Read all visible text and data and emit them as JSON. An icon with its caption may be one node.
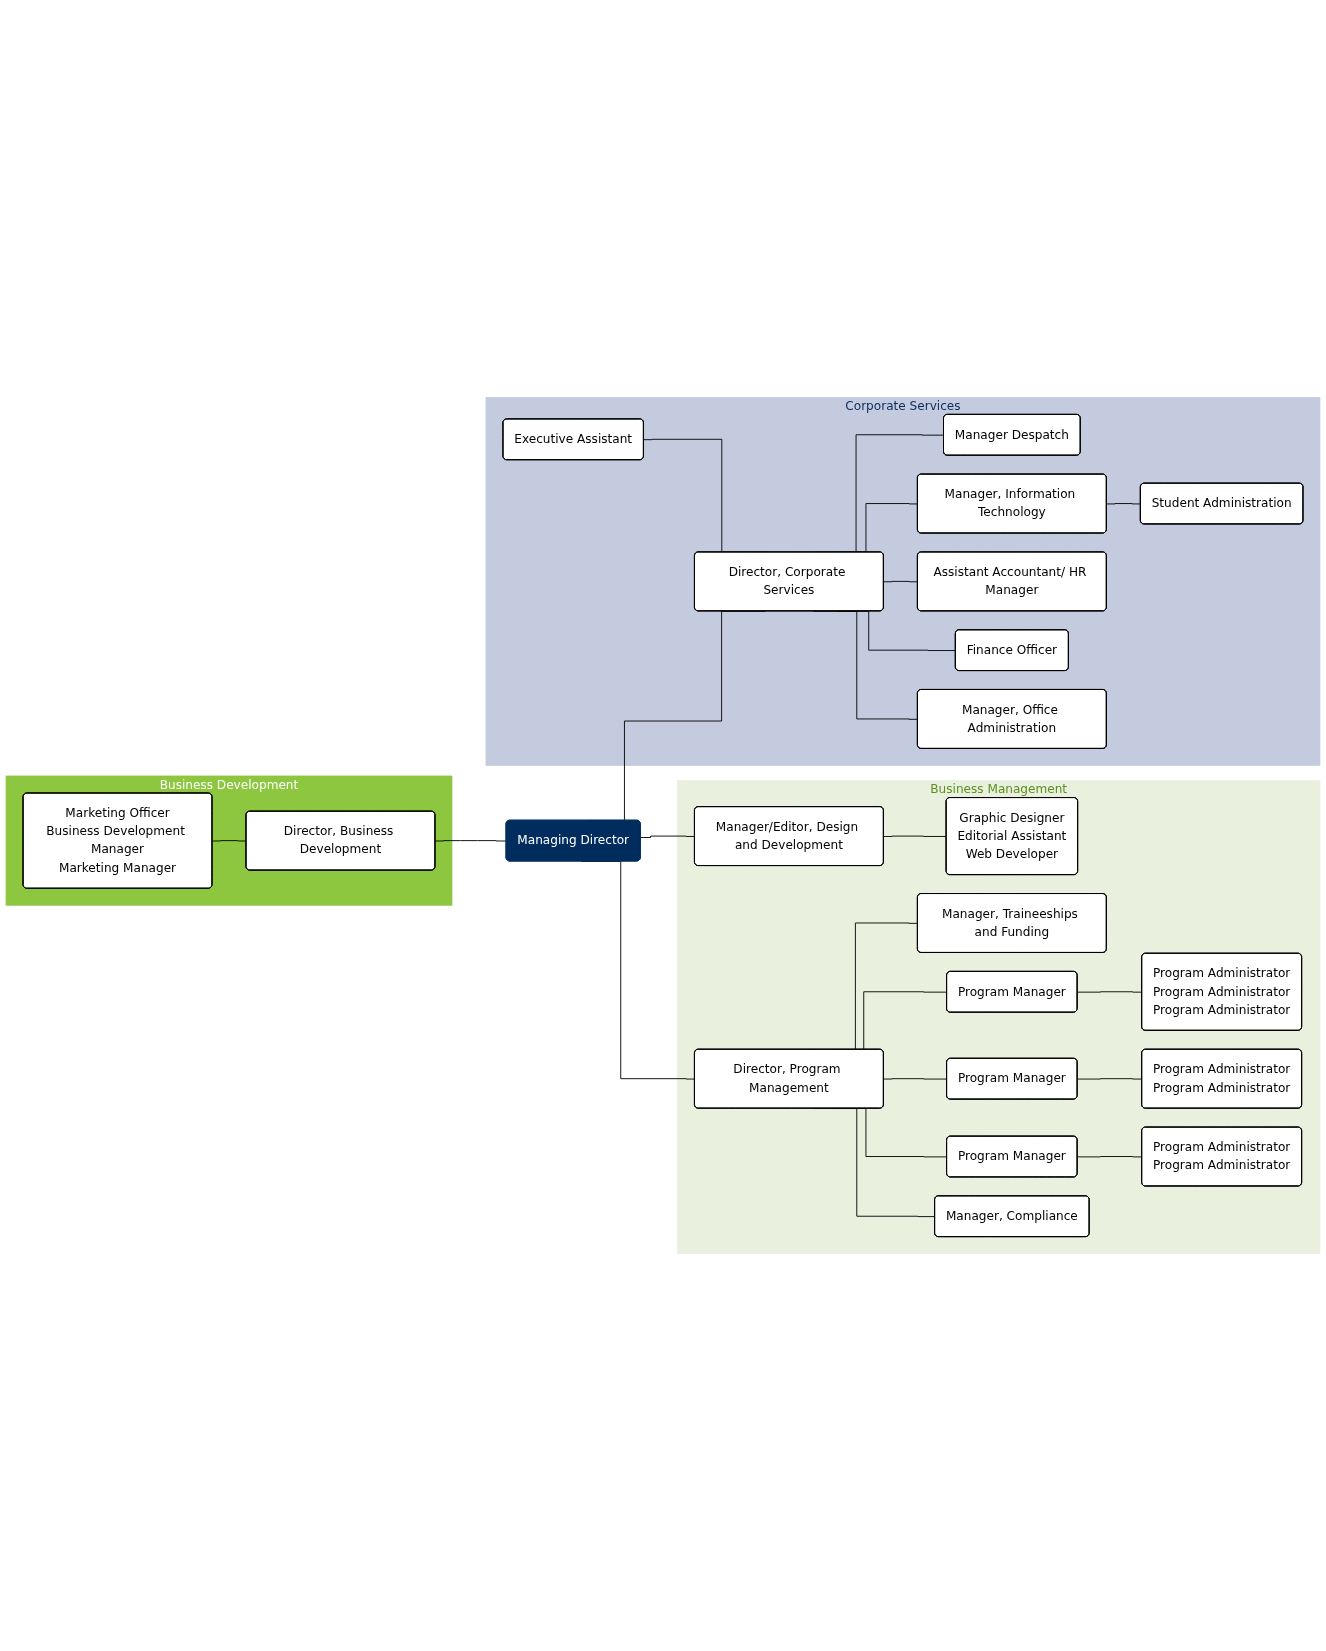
{
  "diagram": {
    "nodes": [
      {
        "text": [
          "Business Development"
        ]
      },
      {
        "text": [
          "Marketing Officer",
          "Business Development Manager",
          "Marketing Manager"
        ],
        "in": 0
      },
      {
        "text": [
          "Director, Business Development"
        ],
        "in": 0
      },
      {
        "text": [
          "Corporate Services"
        ]
      },
      {
        "text": [
          "Manager Despatch"
        ],
        "in": 3
      },
      {
        "text": [
          "Manager, Information Technology"
        ],
        "in": 3
      },
      {
        "text": [
          "Student Administration"
        ],
        "in": 3
      },
      {
        "text": [
          "Assistant Accountant/ HR Manager"
        ],
        "in": 3
      },
      {
        "text": [
          "Executive Assistant"
        ],
        "in": 3
      },
      {
        "text": [
          "Finance Officer"
        ],
        "in": 3
      },
      {
        "text": [
          "Managing Director"
        ]
      },
      {
        "text": [
          "Director, Corporate Services"
        ],
        "in": 3
      },
      {
        "text": [
          "Manager, Office Administration"
        ],
        "in": 3
      },
      {
        "text": [
          "Business Management"
        ]
      },
      {
        "text": [
          "Manager/Editor, Design and Development"
        ],
        "in": 13
      },
      {
        "text": [
          "Graphic Designer",
          "Editorial Assistant",
          "Web Developer"
        ],
        "in": 13
      },
      {
        "text": [
          "Manager, Traineeships and Funding"
        ],
        "in": 13
      },
      {
        "text": [
          "Director, Program Management"
        ],
        "in": 13
      },
      {
        "text": [
          "Program Manager"
        ],
        "in": 13
      },
      {
        "text": [
          "Program Administrator",
          "Program Administrator",
          "Program Administrator"
        ],
        "in": 13
      },
      {
        "text": [
          "Program Manager"
        ],
        "in": 13
      },
      {
        "text": [
          "Program Administrator",
          "Program Administrator"
        ],
        "in": 13
      },
      {
        "text": [
          "Program Manager"
        ],
        "in": 13
      },
      {
        "text": [
          "Program Administrator",
          "Program Administrator"
        ],
        "in": 13
      },
      {
        "text": [
          "Manager, Compliance"
        ],
        "in": 13
      }
    ],
    "edges": [
      {
        "from": 1,
        "to": 2,
        "arrow": "none"
      },
      {
        "from": 2,
        "to": 10,
        "arrow": "none"
      },
      {
        "from": 10,
        "to": 11,
        "arrow": "none"
      },
      {
        "from": 8,
        "to": 11,
        "arrow": "none"
      },
      {
        "from": 11,
        "to": 4,
        "arrow": "none"
      },
      {
        "from": 11,
        "to": 5,
        "arrow": "none"
      },
      {
        "from": 11,
        "to": 7,
        "arrow": "none"
      },
      {
        "from": 11,
        "to": 9,
        "arrow": "none"
      },
      {
        "from": 11,
        "to": 12,
        "arrow": "none"
      },
      {
        "from": 5,
        "to": 6,
        "arrow": "none"
      },
      {
        "from": 10,
        "to": 14,
        "arrow": "none"
      },
      {
        "from": 10,
        "to": 17,
        "arrow": "none"
      },
      {
        "from": 14,
        "to": 15,
        "arrow": "none"
      },
      {
        "from": 17,
        "to": 16,
        "arrow": "none"
      },
      {
        "from": 17,
        "to": 18,
        "arrow": "none"
      },
      {
        "from": 17,
        "to": 20,
        "arrow": "none"
      },
      {
        "from": 17,
        "to": 22,
        "arrow": "none"
      },
      {
        "from": 17,
        "to": 24,
        "arrow": "none"
      },
      {
        "from": 18,
        "to": 19,
        "arrow": "none"
      },
      {
        "from": 20,
        "to": 21,
        "arrow": "none"
      },
      {
        "from": 22,
        "to": 23,
        "arrow": "none"
      }
    ]
  }
}
